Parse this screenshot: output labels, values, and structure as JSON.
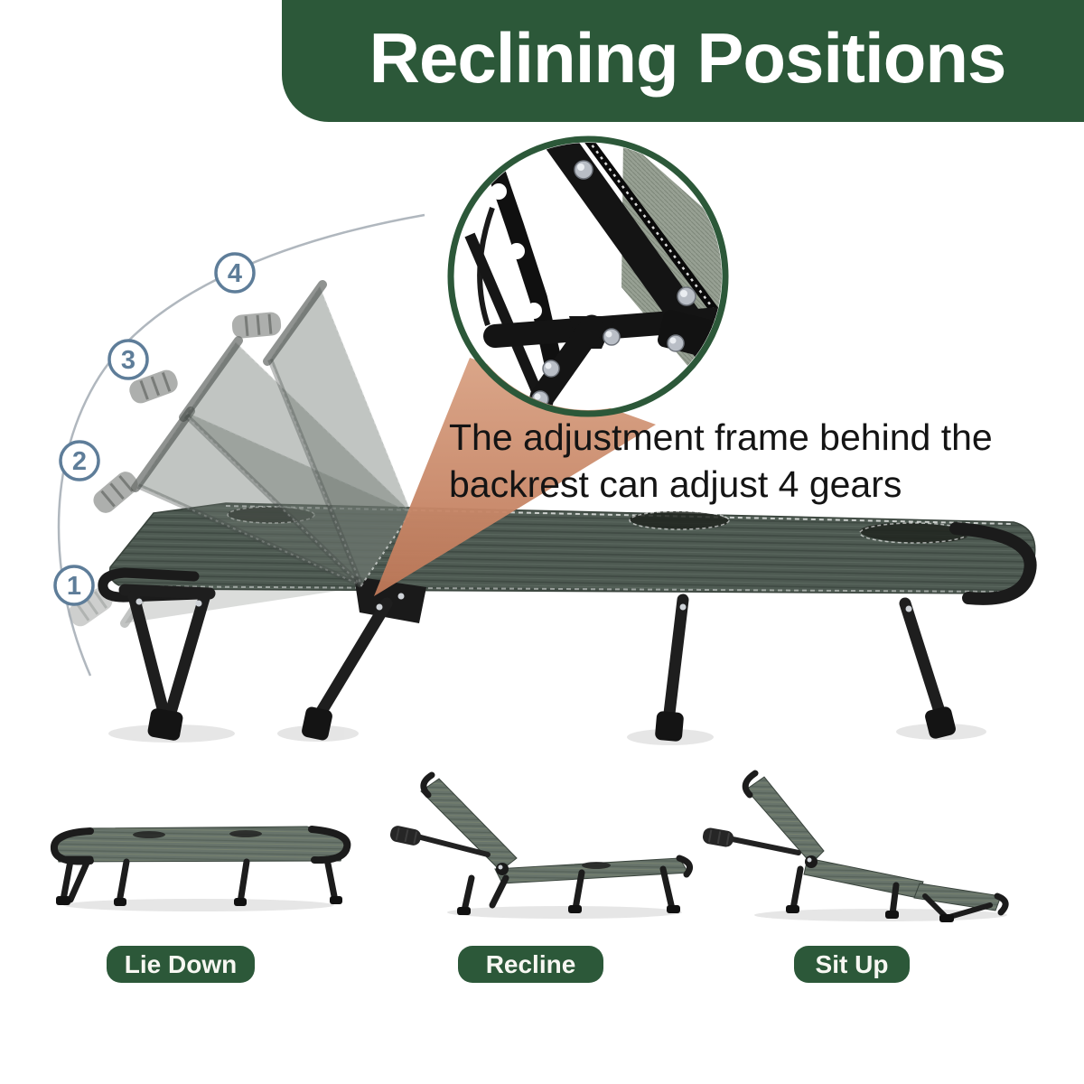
{
  "title": "Reclining Positions",
  "callout": {
    "line1": "The adjustment frame behind the",
    "line2": "backrest can adjust 4 gears"
  },
  "positions": [
    "1",
    "2",
    "3",
    "4"
  ],
  "thumbnails": [
    {
      "label": "Lie Down"
    },
    {
      "label": "Recline"
    },
    {
      "label": "Sit Up"
    }
  ],
  "colors": {
    "banner_green": "#2c5839",
    "pill_green": "#2c5839",
    "callout_cone_salmon": "#cd8f6f",
    "badge_blue": "#5e7d99",
    "fabric_green": "#4e5a52",
    "frame_black": "#1b1b1b"
  }
}
